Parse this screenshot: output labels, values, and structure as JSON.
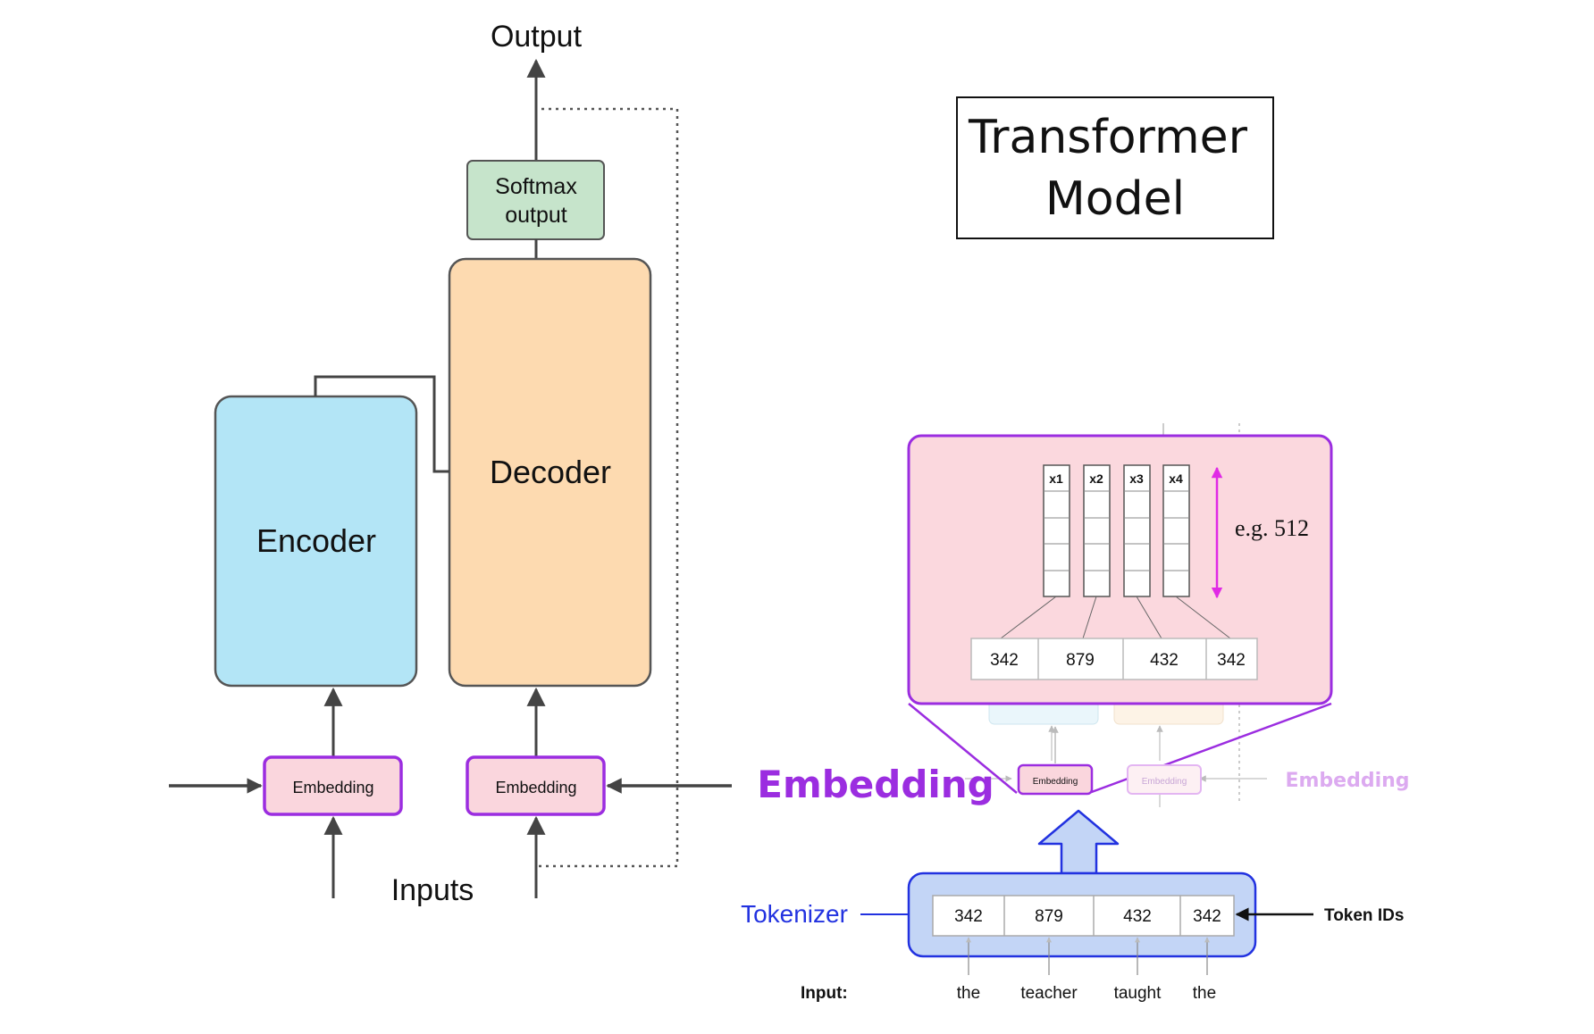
{
  "title": {
    "line1": "Transformer",
    "line2": "Model"
  },
  "left": {
    "output_label": "Output",
    "softmax": {
      "line1": "Softmax",
      "line2": "output"
    },
    "encoder_label": "Encoder",
    "decoder_label": "Decoder",
    "encoder_embedding": "Embedding",
    "decoder_embedding": "Embedding",
    "inputs_label": "Inputs"
  },
  "right": {
    "vector_headers": [
      "x1",
      "x2",
      "x3",
      "x4"
    ],
    "dimension_label": "e.g. 512",
    "upper_token_ids": [
      "342",
      "879",
      "432",
      "342"
    ],
    "embedding_small": "Embedding",
    "embedding_small_faded": "Embedding",
    "embedding_big_label": "Embedding",
    "embedding_faded_label": "Embedding",
    "tokenizer_label": "Tokenizer",
    "token_ids": [
      "342",
      "879",
      "432",
      "342"
    ],
    "token_ids_label": "Token IDs",
    "input_label": "Input:",
    "input_words": [
      "the",
      "teacher",
      "taught",
      "the"
    ]
  },
  "colors": {
    "encoder_fill": "#b3e5f6",
    "decoder_fill": "#fddab0",
    "softmax_fill": "#c6e4cb",
    "embedding_fill": "#fad6dd",
    "embedding_border": "#9b2de0",
    "zoom_panel_fill": "#fbd8de",
    "tokenizer_fill": "#c3d5f6",
    "tokenizer_border": "#2232e0",
    "magenta": "#e02ae5",
    "faded_purple": "#d9a8f0"
  }
}
